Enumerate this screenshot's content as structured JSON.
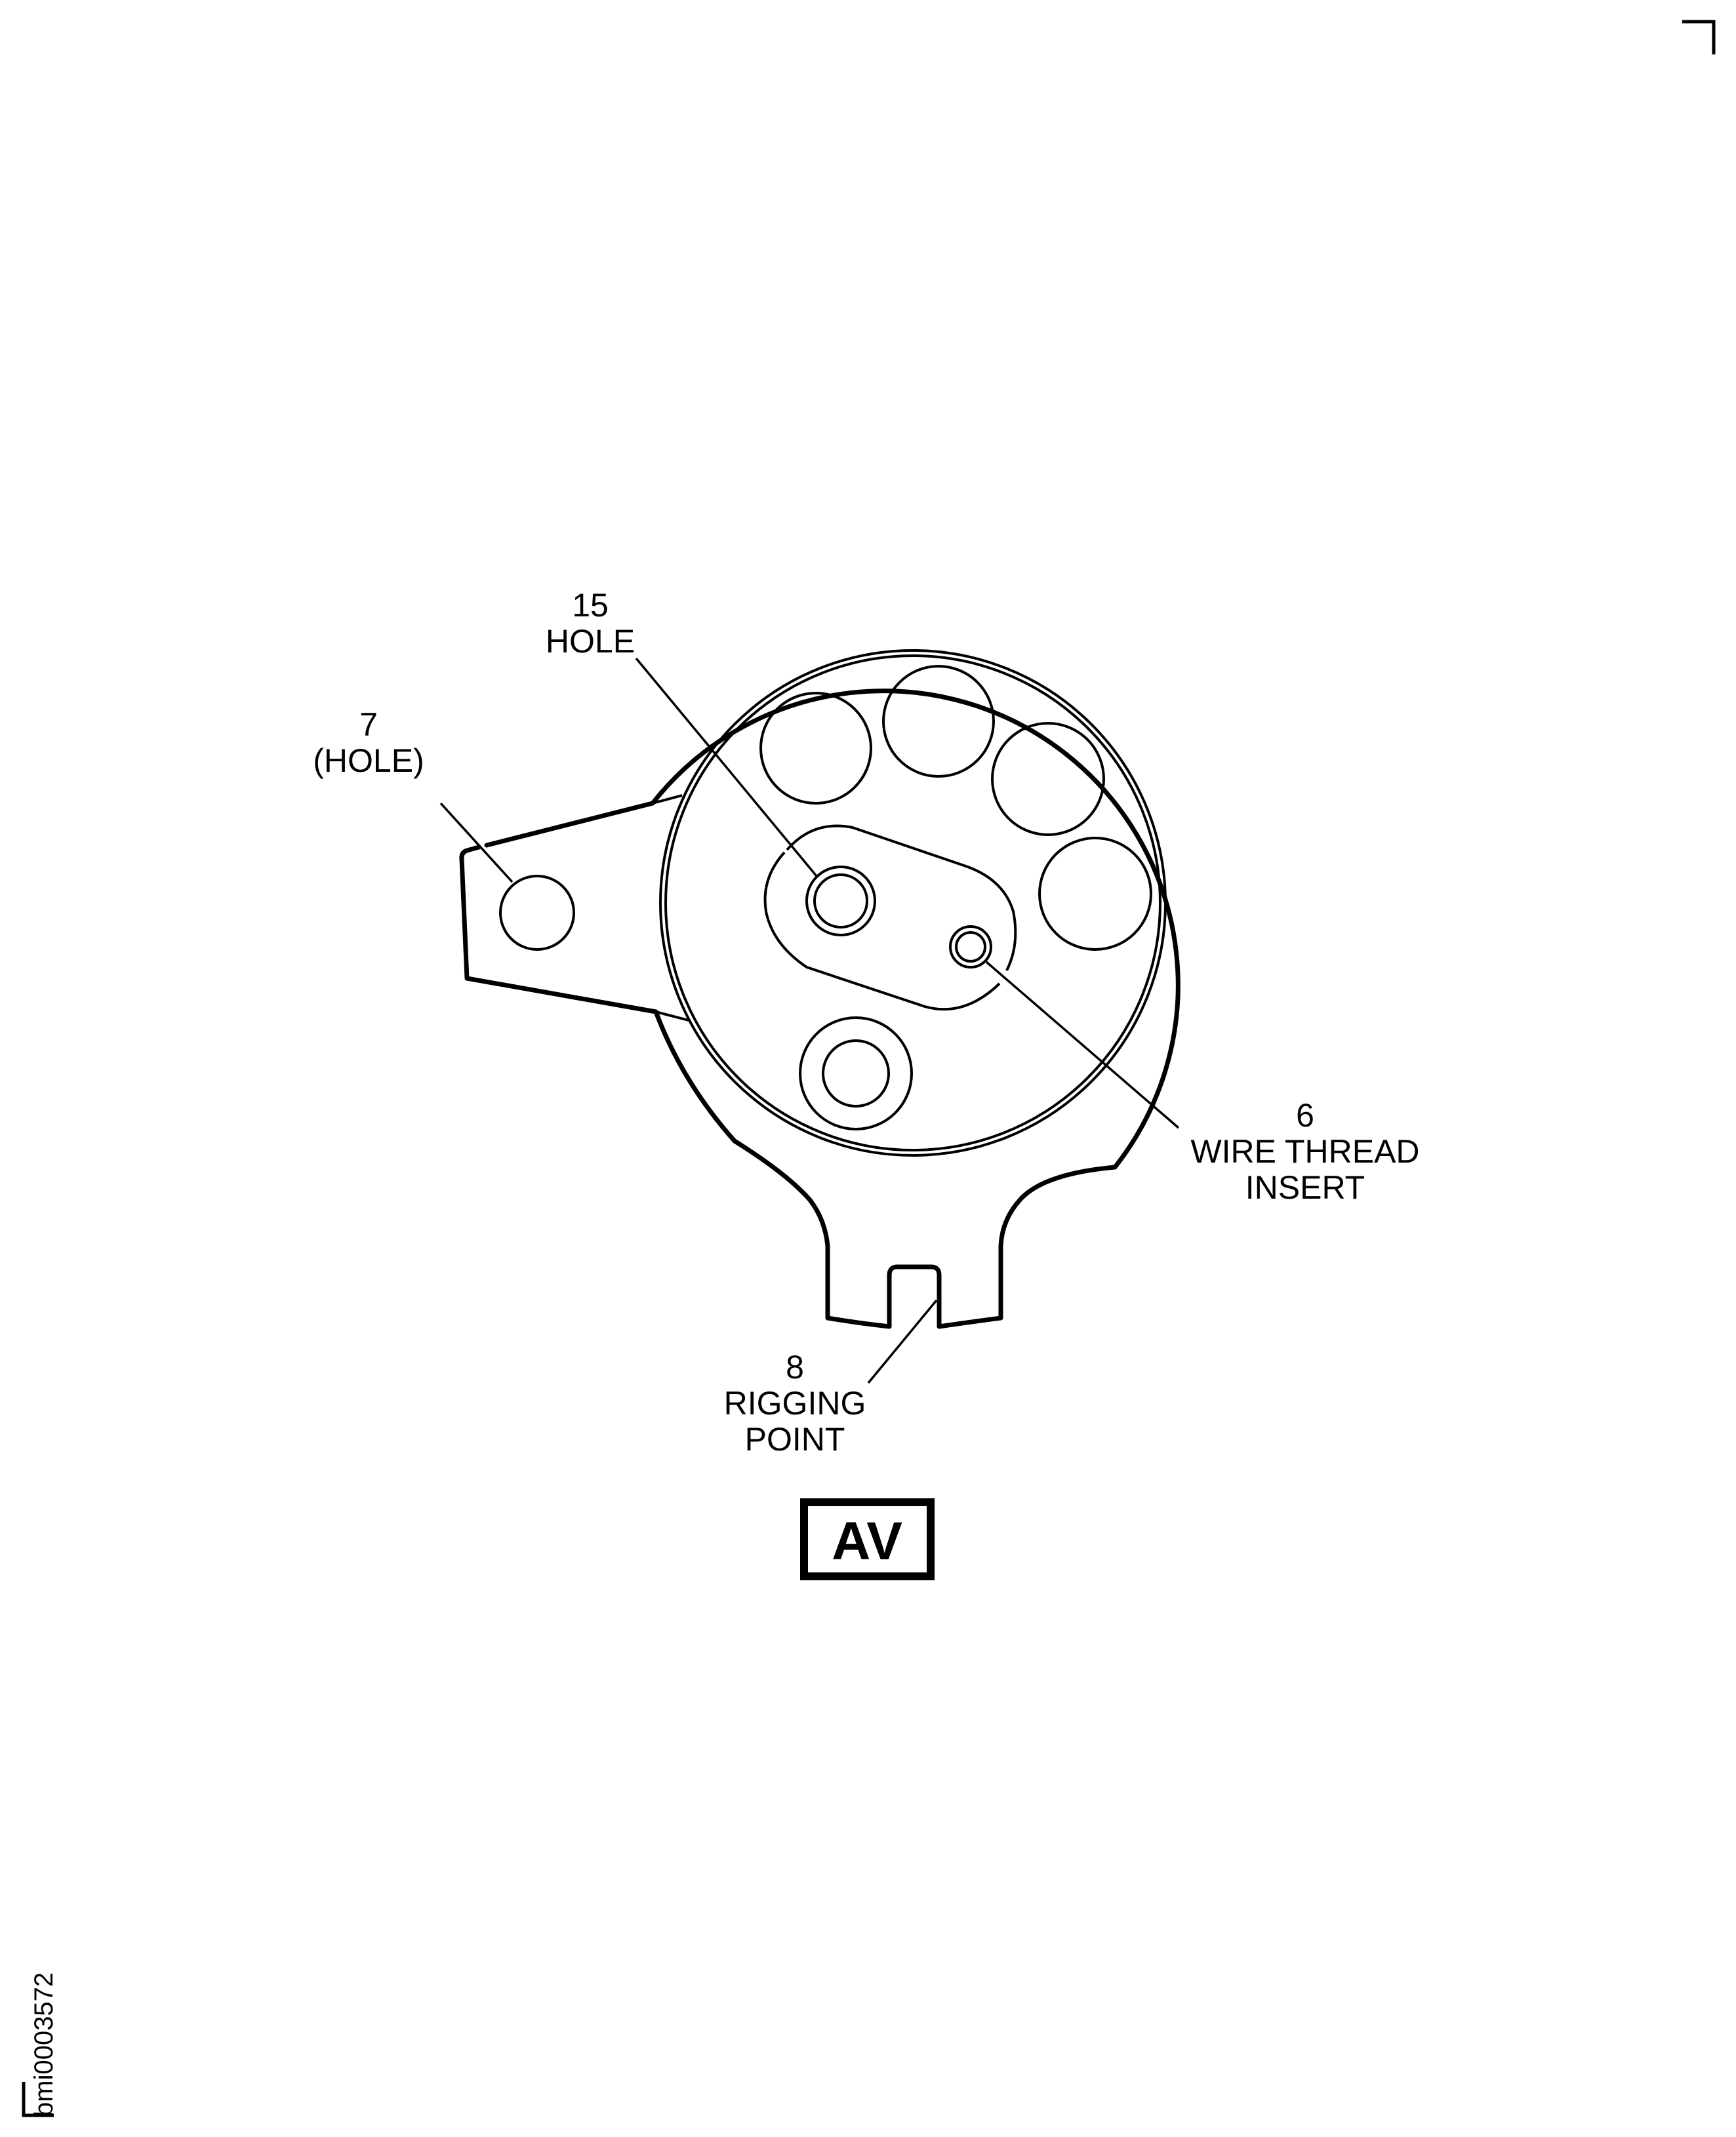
{
  "figure": {
    "view_label": "AV",
    "figure_id": "bmi0003572",
    "line_color": "#000000",
    "background": "#ffffff"
  },
  "callouts": [
    {
      "number": "15",
      "lines": [
        "HOLE"
      ],
      "target": "center-hole"
    },
    {
      "number": "7",
      "lines": [
        "(HOLE)"
      ],
      "target": "tab-hole"
    },
    {
      "number": "6",
      "lines": [
        "WIRE THREAD",
        "INSERT"
      ],
      "target": "wire-thread-insert"
    },
    {
      "number": "8",
      "lines": [
        "RIGGING",
        "POINT"
      ],
      "target": "rigging-slot"
    }
  ]
}
